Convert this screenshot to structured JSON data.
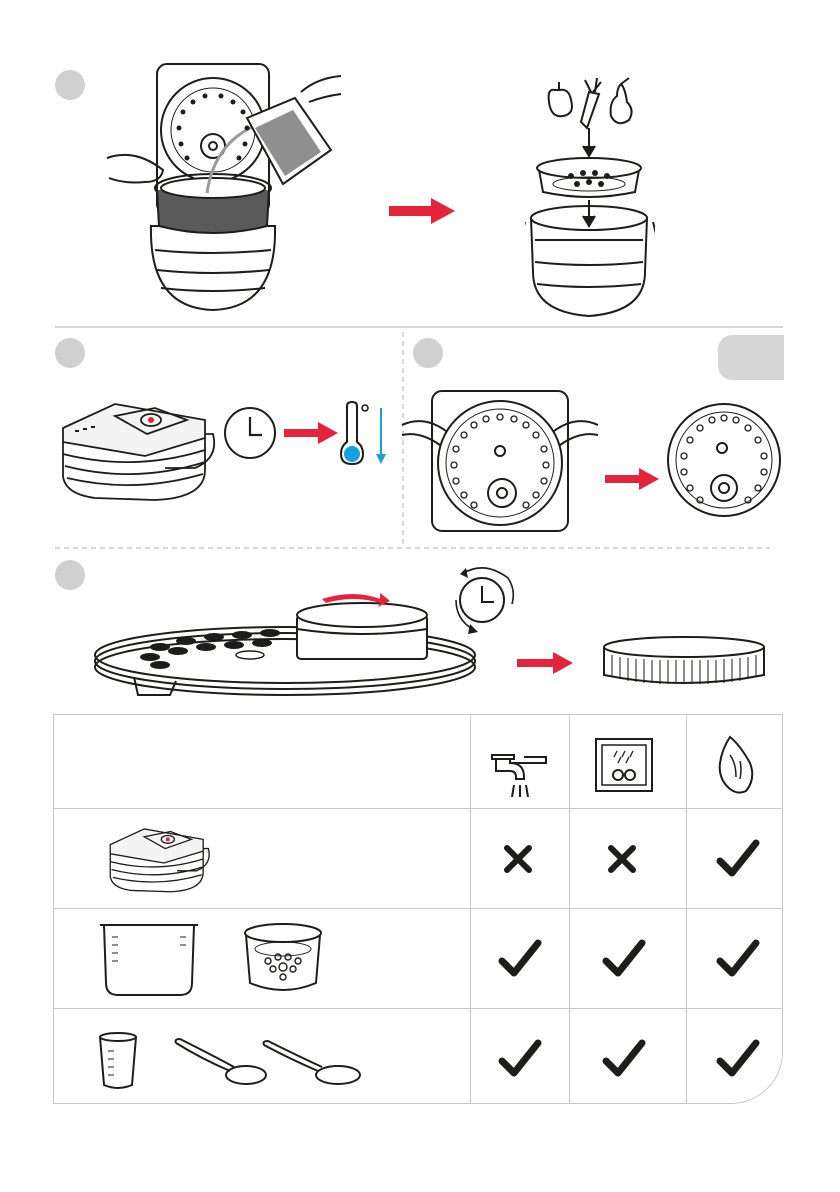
{
  "page": {
    "colors": {
      "accent_red": "#e5243b",
      "cold_blue": "#1aa0e0",
      "step_dot": "#d0d0d0",
      "rule_gray": "#c8c8c8",
      "ink": "#1d1d1b"
    }
  },
  "icons": {
    "step1": [
      "cooker-open-pour-icon",
      "arrow-right-icon",
      "steam-basket-vegetables-icon"
    ],
    "step2": [
      "cooker-closed-icon",
      "clock-icon",
      "arrow-right-icon",
      "thermometer-cold-icon"
    ],
    "step3": [
      "inner-lid-remove-icon",
      "arrow-right-icon",
      "inner-lid-icon"
    ],
    "step4": [
      "steam-valve-twist-icon",
      "rotate-clock-icon",
      "arrow-right-icon",
      "valve-cap-icon"
    ]
  },
  "cleaning_table": {
    "columns": [
      "tap-water-icon",
      "dishwasher-icon",
      "cloth-icon"
    ],
    "rows": [
      {
        "items": [
          "cooker-body-icon"
        ],
        "marks": [
          "no",
          "no",
          "yes"
        ]
      },
      {
        "items": [
          "inner-pot-icon",
          "steam-basket-icon"
        ],
        "marks": [
          "yes",
          "yes",
          "yes"
        ]
      },
      {
        "items": [
          "measuring-cup-icon",
          "ladle-icon",
          "spatula-icon"
        ],
        "marks": [
          "yes",
          "yes",
          "yes"
        ]
      }
    ]
  }
}
